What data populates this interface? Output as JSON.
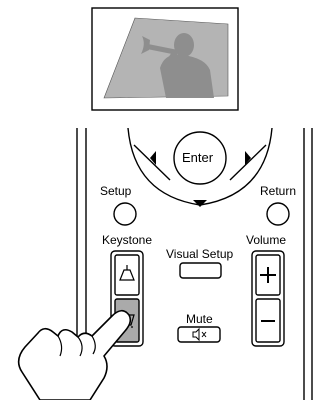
{
  "figure": {
    "projected_image_icon": "trumpet-player-silhouette",
    "image_color": "#b0b0b0",
    "silhouette_color": "#909090"
  },
  "remote": {
    "enter_label": "Enter",
    "setup_label": "Setup",
    "return_label": "Return",
    "keystone_label": "Keystone",
    "visual_setup_label": "Visual Setup",
    "volume_label": "Volume",
    "mute_label": "Mute",
    "volume_up_symbol": "+",
    "volume_down_symbol": "−",
    "mute_symbol": "🔇",
    "highlight_color": "#aaaaaa",
    "keystone_up_icon": "keystone-upper-icon",
    "keystone_down_icon": "keystone-lower-icon"
  },
  "pointer": {
    "icon": "pressing-finger-hand"
  }
}
